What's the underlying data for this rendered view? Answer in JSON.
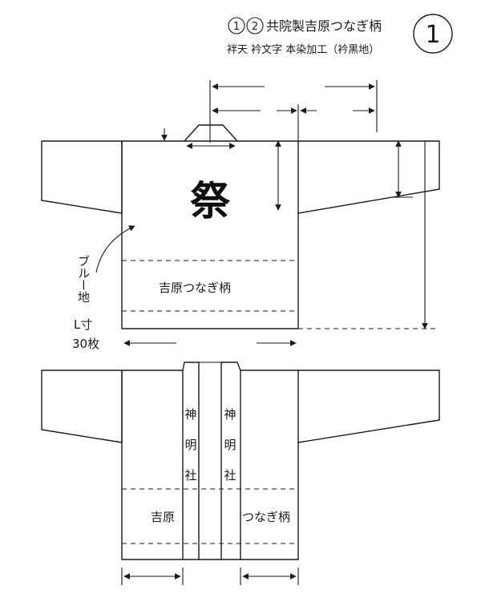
{
  "header": {
    "circle_1": "1",
    "circle_2": "2",
    "title": "共院製吉原つなぎ柄",
    "page_number": "1",
    "subtitle": "袢天 衿文字 本染加工（衿黒地）"
  },
  "front": {
    "emblem": "祭",
    "pattern_label": "吉原つなぎ柄"
  },
  "side_notes": {
    "color": "ブルー地",
    "size": "L寸",
    "quantity": "30枚"
  },
  "back": {
    "collar_left_text": [
      "神",
      "明",
      "社"
    ],
    "collar_right_text": [
      "神",
      "明",
      "社"
    ],
    "pattern_left": "吉原",
    "pattern_right": "つなぎ柄"
  },
  "colors": {
    "ink": "#1a1a1a",
    "paper": "#ffffff"
  }
}
